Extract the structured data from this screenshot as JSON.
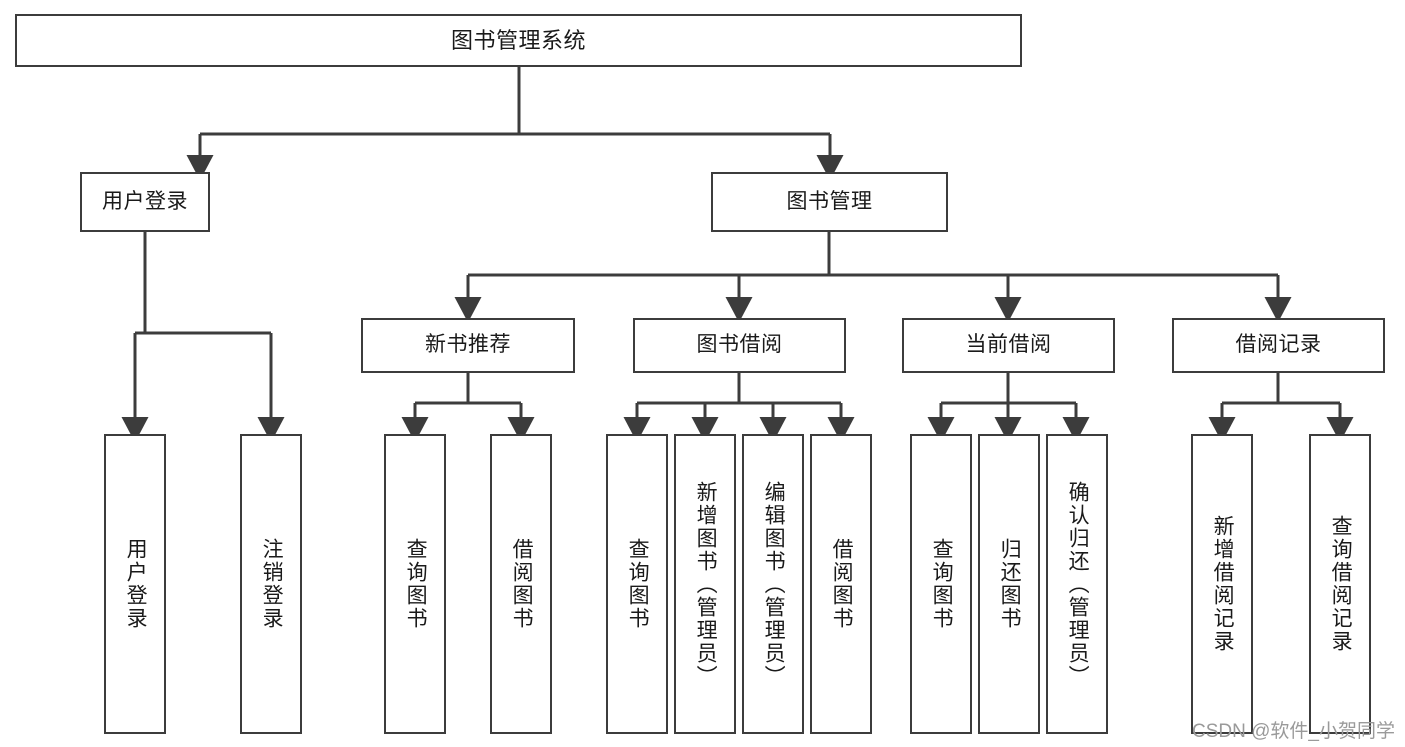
{
  "diagram": {
    "title": "图书管理系统",
    "type": "tree-hierarchy",
    "nodes": {
      "root": {
        "label": "图书管理系统"
      },
      "level2": [
        {
          "id": "user-login",
          "label": "用户登录"
        },
        {
          "id": "book-management",
          "label": "图书管理"
        }
      ],
      "level3": [
        {
          "id": "new-book-recommend",
          "label": "新书推荐"
        },
        {
          "id": "book-borrow",
          "label": "图书借阅"
        },
        {
          "id": "current-borrow",
          "label": "当前借阅"
        },
        {
          "id": "borrow-record",
          "label": "借阅记录"
        }
      ],
      "leaves": {
        "user_login": [
          {
            "id": "leaf-user-login",
            "label": "用户登录"
          },
          {
            "id": "leaf-logout-login",
            "label": "注销登录"
          }
        ],
        "new_book_recommend": [
          {
            "id": "leaf-query-book-1",
            "label": "查询图书"
          },
          {
            "id": "leaf-borrow-book-1",
            "label": "借阅图书"
          }
        ],
        "book_borrow": [
          {
            "id": "leaf-query-book-2",
            "label": "查询图书"
          },
          {
            "id": "leaf-add-book",
            "label": "新增图书（管理员）"
          },
          {
            "id": "leaf-edit-book",
            "label": "编辑图书（管理员）"
          },
          {
            "id": "leaf-borrow-book-2",
            "label": "借阅图书"
          }
        ],
        "current_borrow": [
          {
            "id": "leaf-query-book-3",
            "label": "查询图书"
          },
          {
            "id": "leaf-return-book",
            "label": "归还图书"
          },
          {
            "id": "leaf-confirm-return",
            "label": "确认归还（管理员）"
          }
        ],
        "borrow_record": [
          {
            "id": "leaf-add-record",
            "label": "新增借阅记录"
          },
          {
            "id": "leaf-query-record",
            "label": "查询借阅记录"
          }
        ]
      }
    },
    "watermark": "CSDN @软件_小贺同学",
    "colors": {
      "border": "#3c3c3c",
      "background": "#ffffff",
      "text": "#1a1a1a",
      "watermark": "#9a9a9a"
    }
  }
}
